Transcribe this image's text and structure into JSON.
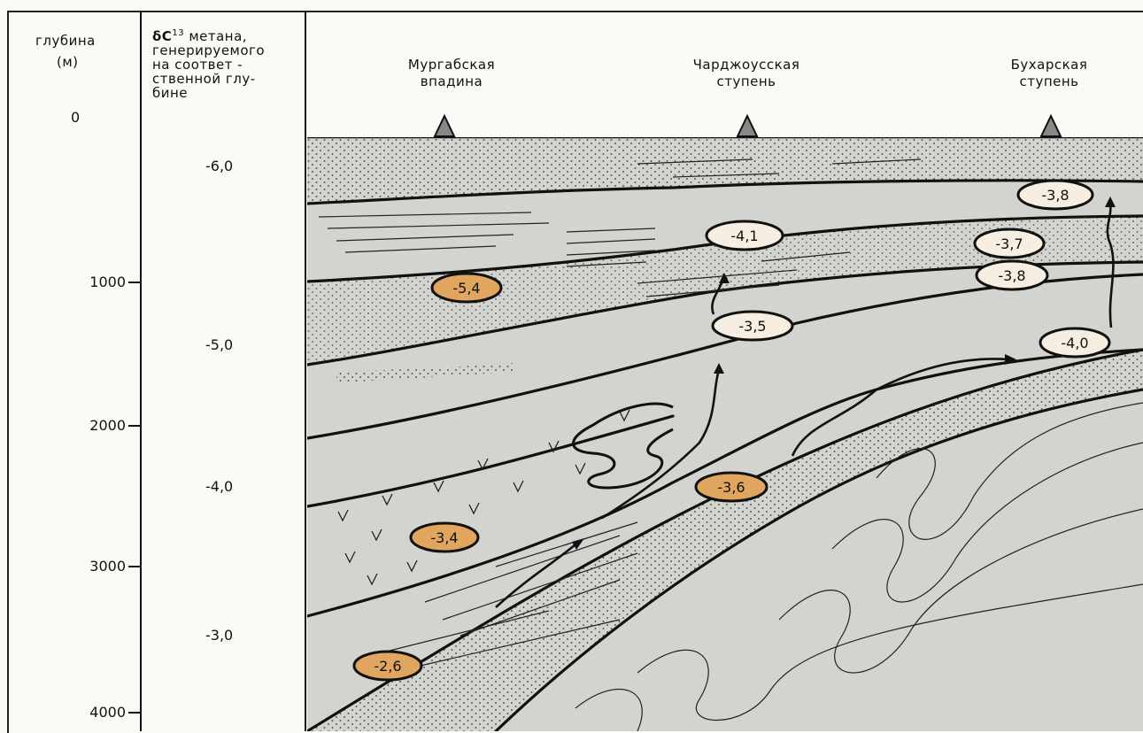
{
  "headers": {
    "depth_title": "глубина",
    "depth_unit": "(м)",
    "isotope_line1_symbol": "δC",
    "isotope_sup": "13",
    "isotope_line1_rest": " метана,",
    "isotope_line2": "генерируемого",
    "isotope_line3": "на соответ -",
    "isotope_line4": "ственной глу-",
    "isotope_line5": "бине"
  },
  "depth_labels": [
    "0",
    "1000",
    "2000",
    "3000",
    "4000"
  ],
  "isotope_scale": [
    "-6,0",
    "-5,0",
    "-4,0",
    "-3,0"
  ],
  "regions": [
    {
      "line1": "Мургабская",
      "line2": "впадина"
    },
    {
      "line1": "Чарджоусская",
      "line2": "ступень"
    },
    {
      "line1": "Бухарская",
      "line2": "ступень"
    }
  ],
  "markers": [
    {
      "label": "-5,4",
      "kind": "orange"
    },
    {
      "label": "-4,1",
      "kind": "light"
    },
    {
      "label": "-3,5",
      "kind": "light"
    },
    {
      "label": "-3,8",
      "kind": "light"
    },
    {
      "label": "-3,7",
      "kind": "light"
    },
    {
      "label": "-3,8",
      "kind": "light"
    },
    {
      "label": "-4,0",
      "kind": "light"
    },
    {
      "label": "-3,6",
      "kind": "orange"
    },
    {
      "label": "-3,4",
      "kind": "orange"
    },
    {
      "label": "-2,6",
      "kind": "orange"
    }
  ],
  "colors": {
    "orange": "#e0a55e",
    "light": "#f7eee2",
    "rock": "#d3d3cf",
    "ink": "#111111"
  }
}
